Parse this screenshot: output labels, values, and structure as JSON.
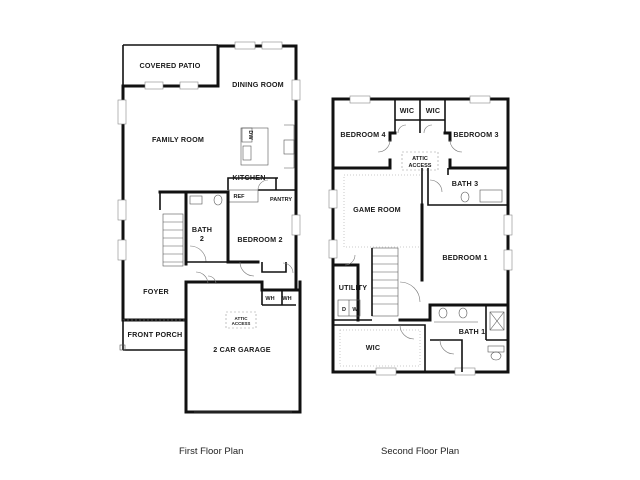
{
  "first_floor": {
    "caption": "First Floor Plan",
    "rooms": {
      "covered_patio": "COVERED PATIO",
      "dining_room": "DINING ROOM",
      "family_room": "FAMILY ROOM",
      "dishwasher": "DW",
      "kitchen": "KITCHEN",
      "refrigerator": "REF",
      "pantry": "PANTRY",
      "bath_2": [
        "BATH",
        "2"
      ],
      "bedroom_2": "BEDROOM 2",
      "foyer": "FOYER",
      "front_porch": "FRONT PORCH",
      "water_heater_1": "WH",
      "water_heater_2": "WH",
      "attic_access": [
        "ATTIC",
        "ACCESS"
      ],
      "garage": "2 CAR GARAGE"
    }
  },
  "second_floor": {
    "caption": "Second Floor Plan",
    "rooms": {
      "wic_bed4": "WIC",
      "wic_bed3": "WIC",
      "bedroom_4": "BEDROOM 4",
      "bedroom_3": "BEDROOM 3",
      "attic_access": [
        "ATTIC",
        "ACCESS"
      ],
      "bath_3": "BATH 3",
      "game_room": "GAME ROOM",
      "bedroom_1": "BEDROOM 1",
      "utility": "UTILITY",
      "dryer": "D",
      "washer": "W",
      "bath_1": "BATH 1",
      "wic_master": "WIC"
    }
  }
}
